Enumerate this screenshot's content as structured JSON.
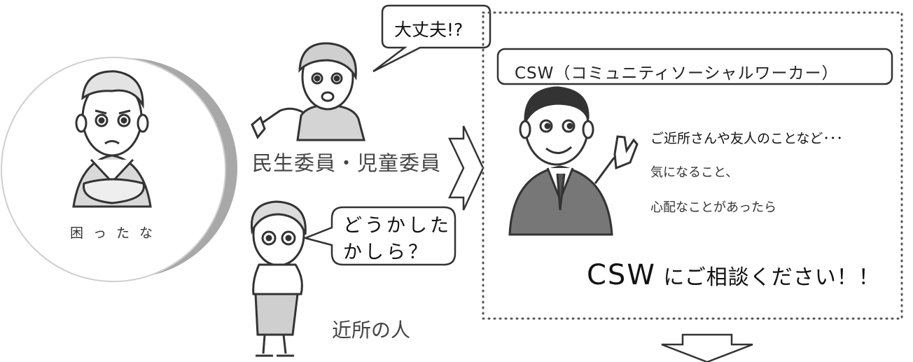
{
  "worried_person": {
    "caption": "困ったな"
  },
  "minsei": {
    "label": "民生委員・児童委員",
    "speech": "大丈夫!?"
  },
  "neighbor": {
    "label": "近所の人",
    "speech_line1": "どうかした",
    "speech_line2": "かしら？"
  },
  "csw": {
    "title": "CSW（コミュニティソーシャルワーカー）",
    "message_line1": "ご近所さんや友人のことなど･･･",
    "message_line2": "気になること、",
    "message_line3": "心配なことがあったら",
    "cta_strong": "CSW",
    "cta_rest": " にご相談ください！！"
  },
  "colors": {
    "line": "#333333",
    "ring_shadow": "#a8a8a8",
    "ring_border": "#cccccc"
  }
}
